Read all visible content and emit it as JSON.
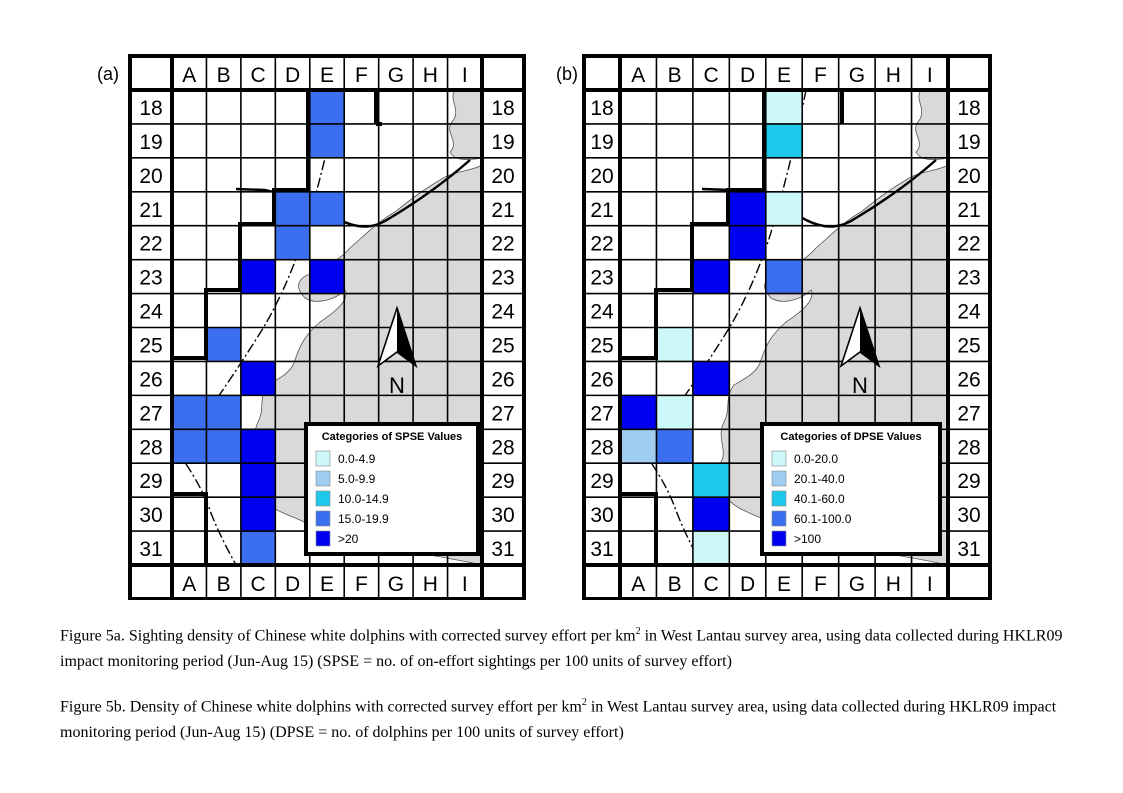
{
  "columns": [
    "A",
    "B",
    "C",
    "D",
    "E",
    "F",
    "G",
    "H",
    "I"
  ],
  "rows": [
    "18",
    "19",
    "20",
    "21",
    "22",
    "23",
    "24",
    "25",
    "26",
    "27",
    "28",
    "29",
    "30",
    "31"
  ],
  "north_label": "N",
  "colors": {
    "land": "#d9d9d9",
    "cat": [
      "#cdf8fa",
      "#9fcdf2",
      "#1ec8ea",
      "#3c6ff0",
      "#0000f0"
    ]
  },
  "panels": [
    {
      "label": "(a)",
      "legend": {
        "title": "Categories of SPSE Values",
        "entries": [
          "0.0-4.9",
          "5.0-9.9",
          "10.0-14.9",
          "15.0-19.9",
          ">20"
        ]
      },
      "cells": [
        {
          "col": "E",
          "row": "18",
          "cat": 3
        },
        {
          "col": "E",
          "row": "19",
          "cat": 3
        },
        {
          "col": "D",
          "row": "21",
          "cat": 3
        },
        {
          "col": "E",
          "row": "21",
          "cat": 3
        },
        {
          "col": "D",
          "row": "22",
          "cat": 3
        },
        {
          "col": "C",
          "row": "23",
          "cat": 4
        },
        {
          "col": "E",
          "row": "23",
          "cat": 4
        },
        {
          "col": "B",
          "row": "25",
          "cat": 3
        },
        {
          "col": "C",
          "row": "26",
          "cat": 4
        },
        {
          "col": "A",
          "row": "27",
          "cat": 3
        },
        {
          "col": "B",
          "row": "27",
          "cat": 3
        },
        {
          "col": "A",
          "row": "28",
          "cat": 3
        },
        {
          "col": "B",
          "row": "28",
          "cat": 3
        },
        {
          "col": "C",
          "row": "28",
          "cat": 4
        },
        {
          "col": "C",
          "row": "29",
          "cat": 4
        },
        {
          "col": "C",
          "row": "30",
          "cat": 4
        },
        {
          "col": "C",
          "row": "31",
          "cat": 3
        }
      ]
    },
    {
      "label": "(b)",
      "legend": {
        "title": "Categories of DPSE Values",
        "entries": [
          "0.0-20.0",
          "20.1-40.0",
          "40.1-60.0",
          "60.1-100.0",
          ">100"
        ]
      },
      "cells": [
        {
          "col": "E",
          "row": "18",
          "cat": 0
        },
        {
          "col": "E",
          "row": "19",
          "cat": 2
        },
        {
          "col": "D",
          "row": "21",
          "cat": 4
        },
        {
          "col": "E",
          "row": "21",
          "cat": 0
        },
        {
          "col": "D",
          "row": "22",
          "cat": 4
        },
        {
          "col": "C",
          "row": "23",
          "cat": 4
        },
        {
          "col": "E",
          "row": "23",
          "cat": 3
        },
        {
          "col": "B",
          "row": "25",
          "cat": 0
        },
        {
          "col": "C",
          "row": "26",
          "cat": 4
        },
        {
          "col": "A",
          "row": "27",
          "cat": 4
        },
        {
          "col": "B",
          "row": "27",
          "cat": 0
        },
        {
          "col": "A",
          "row": "28",
          "cat": 1
        },
        {
          "col": "B",
          "row": "28",
          "cat": 3
        },
        {
          "col": "C",
          "row": "29",
          "cat": 2
        },
        {
          "col": "C",
          "row": "30",
          "cat": 4
        },
        {
          "col": "C",
          "row": "31",
          "cat": 0
        }
      ]
    }
  ],
  "captions": [
    {
      "pre": "Figure 5a.  Sighting density of Chinese white dolphins with corrected survey effort per km",
      "sup": "2",
      "post": " in West Lantau survey area, using data collected during HKLR09 impact monitoring period (Jun-Aug 15) (SPSE = no. of on-effort sightings per 100 units of survey effort)"
    },
    {
      "pre": "Figure 5b.  Density of Chinese white dolphins with corrected survey effort per km",
      "sup": "2",
      "post": " in West Lantau survey area, using data collected during HKLR09 impact monitoring period (Jun-Aug 15) (DPSE = no. of dolphins per 100 units of survey effort)"
    }
  ]
}
